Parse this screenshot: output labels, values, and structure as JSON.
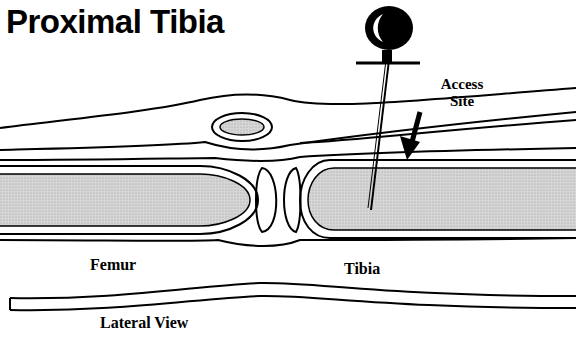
{
  "diagram": {
    "title": "Proximal Tibia",
    "labels": [
      "Access Site",
      "Femur",
      "Tibia",
      "Lateral View"
    ]
  }
}
